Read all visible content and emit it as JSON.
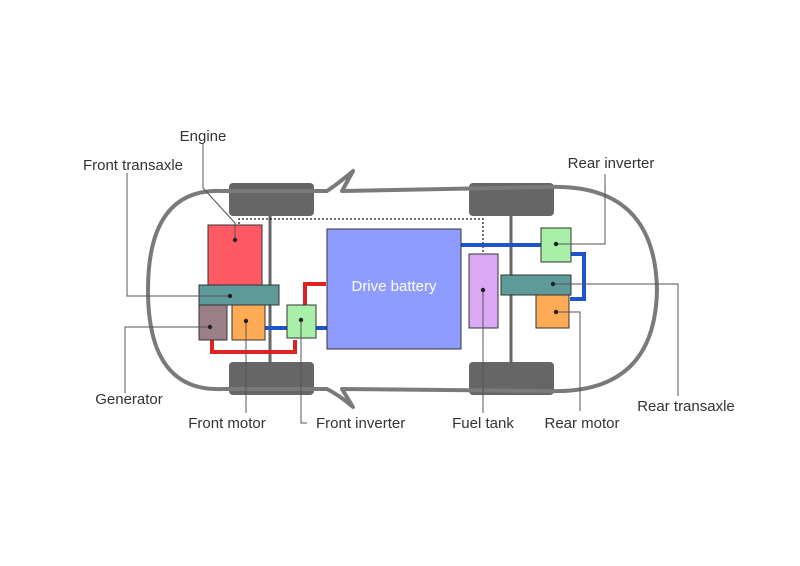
{
  "labels": {
    "engine": "Engine",
    "front_transaxle": "Front transaxle",
    "generator": "Generator",
    "front_motor": "Front motor",
    "front_inverter": "Front inverter",
    "drive_battery": "Drive battery",
    "fuel_tank": "Fuel tank",
    "rear_motor": "Rear motor",
    "rear_inverter": "Rear inverter",
    "rear_transaxle": "Rear transaxle"
  },
  "colors": {
    "car_outline": "#7a7a7a",
    "wheel": "#666666",
    "engine": "#ff5a64",
    "transaxle": "#5e9a9a",
    "generator": "#9b7f86",
    "motor": "#ffab55",
    "inverter": "#a8f0a8",
    "battery": "#8f9cff",
    "fuel_tank": "#dba8f5",
    "hv_red": "#dd2222",
    "hv_blue": "#1e55cc",
    "fuel_line": "#222222"
  }
}
